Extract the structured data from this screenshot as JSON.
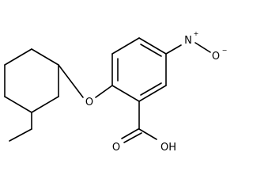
{
  "labels": {
    "ether_oxygen": "O",
    "nitro_nitrogen": "N",
    "nitro_plus": "+",
    "nitro_oxygen": "O",
    "nitro_minus": "−",
    "acid_oxygen": "O",
    "acid_hydroxyl": "OH"
  }
}
